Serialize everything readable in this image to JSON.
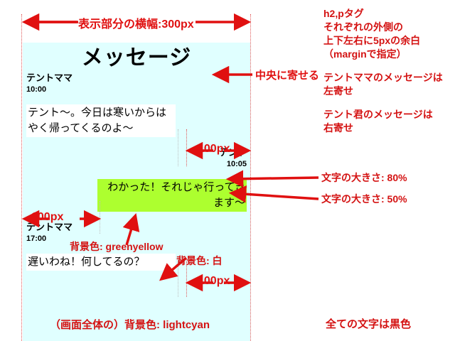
{
  "screen": {
    "background_color": "lightcyan",
    "title": "メッセージ",
    "messages": [
      {
        "sender": "テントママ",
        "time": "10:00",
        "text": "テント〜。今日は寒いからはやく帰ってくるのよ〜",
        "bubble_color": "白",
        "align": "left"
      },
      {
        "sender": "テント",
        "time": "10:05",
        "text": "わかった！それじゃ行ってきます〜",
        "bubble_color": "greenyellow",
        "align": "right"
      },
      {
        "sender": "テントママ",
        "time": "17:00",
        "text": "遅いわね！何してるの？",
        "bubble_color": "白",
        "align": "left"
      }
    ]
  },
  "annotations": {
    "width_label": "表示部分の横幅:300px",
    "center_label": "中央に寄せる",
    "margin_note": "h2,pタグ\nそれぞれの外側の\n上下左右に5pxの余白\n（marginで指定）",
    "left_align_note": "テントママのメッセージは\n左寄せ",
    "right_align_note": "テント君のメッセージは\n右寄せ",
    "font_size_80": "文字の大きさ: 80%",
    "font_size_50": "文字の大きさ: 50%",
    "bg_greenyellow": "背景色: greenyellow",
    "bg_white": "背景色: 白",
    "bg_overall": "（画面全体の）背景色: lightcyan",
    "all_text_black": "全ての文字は黒色",
    "gap_1": "100px",
    "gap_2": "100px",
    "gap_3": "100px"
  },
  "colors": {
    "annotation_red": "#d41212",
    "panel_bg": "#e0ffff",
    "bubble_green": "#adff2f",
    "bubble_white": "#ffffff",
    "text_black": "#000000"
  }
}
